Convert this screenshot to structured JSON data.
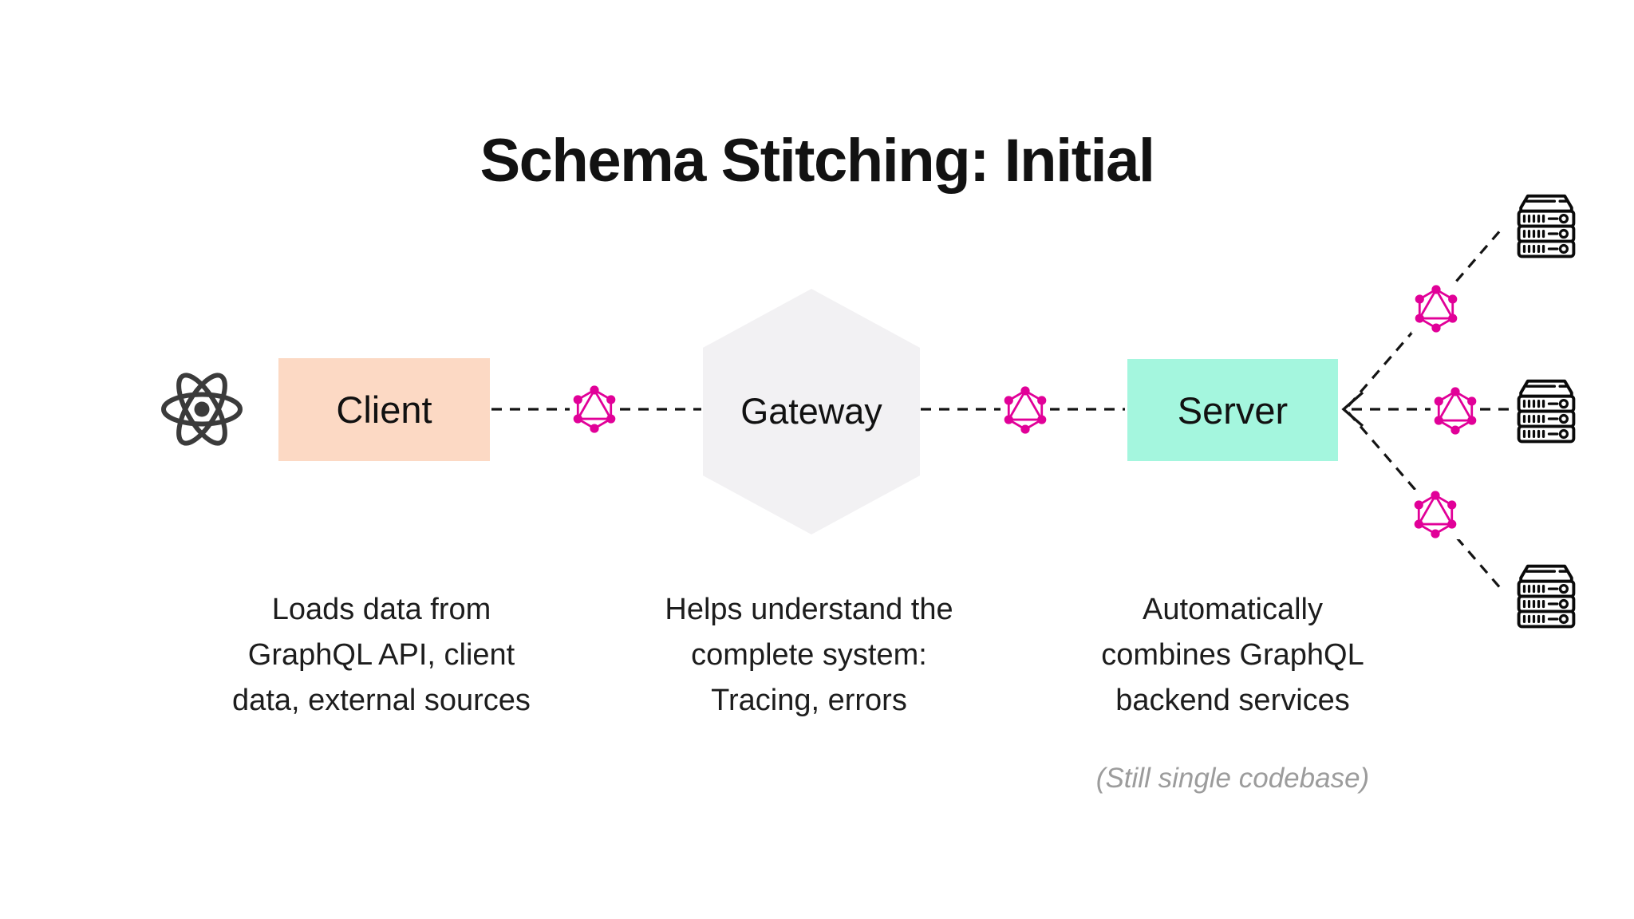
{
  "title": "Schema Stitching: Initial",
  "nodes": {
    "client": {
      "label": "Client",
      "color": "#fcd9c4",
      "description_lines": [
        "Loads data from",
        "GraphQL API, client",
        "data, external sources"
      ]
    },
    "gateway": {
      "label": "Gateway",
      "color": "#f2f1f3",
      "description_lines": [
        "Helps understand the",
        "complete system:",
        "Tracing, errors"
      ]
    },
    "server": {
      "label": "Server",
      "color": "#a4f6de",
      "description_lines": [
        "Automatically",
        "combines GraphQL",
        "backend services"
      ],
      "note": "(Still single codebase)"
    }
  },
  "icons": {
    "left_of_client": "react-atom-icon",
    "on_connectors": "graphql-logo-icon",
    "right_backends": "server-rack-icon"
  },
  "colors": {
    "graphql_pink": "#e10098",
    "react_dark": "#3b3b3b",
    "line_black": "#141414",
    "note_gray": "#9c9c9c",
    "title_black": "#121212"
  }
}
